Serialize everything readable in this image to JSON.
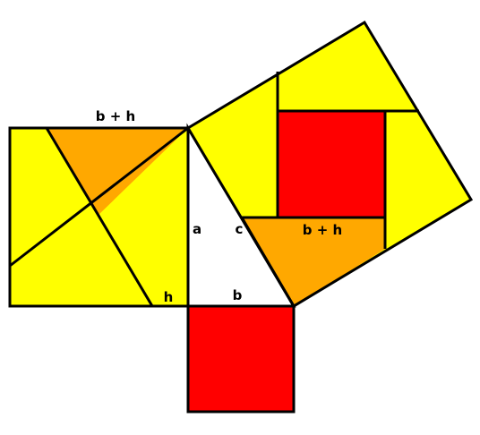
{
  "labels": {
    "top_left": "b + h",
    "right_piece": "b + h",
    "side_a": "a",
    "side_b": "b",
    "side_c": "c",
    "h": "h"
  },
  "colors": {
    "yellow": "#FFFF00",
    "orange": "#FFA800",
    "red": "#FF0000",
    "white": "#FFFFFF",
    "line": "#000000"
  }
}
